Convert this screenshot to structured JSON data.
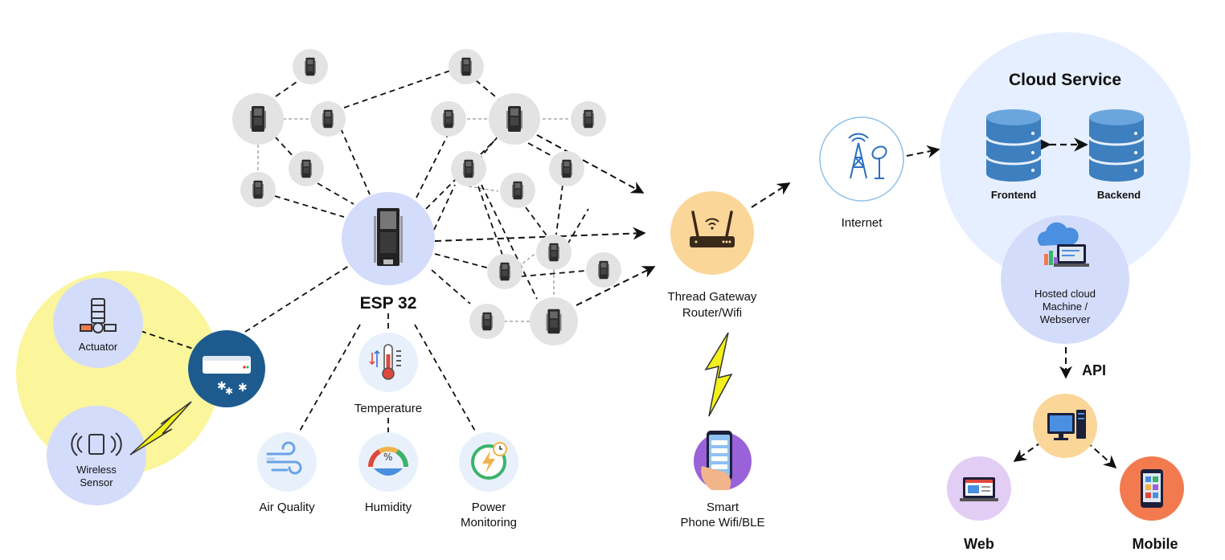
{
  "hub": {
    "label": "ESP 32"
  },
  "sensors": {
    "actuator": "Actuator",
    "wireless_sensor_line1": "Wireless",
    "wireless_sensor_line2": "Sensor",
    "temperature": "Temperature",
    "air_quality": "Air Quality",
    "humidity": "Humidity",
    "power_line1": "Power",
    "power_line2": "Monitoring"
  },
  "gateway": {
    "line1": "Thread Gateway",
    "line2": "Router/Wifi"
  },
  "phone": {
    "line1": "Smart",
    "line2": "Phone Wifi/BLE"
  },
  "internet": {
    "label": "Internet"
  },
  "cloud": {
    "title": "Cloud Service",
    "frontend": "Frontend",
    "backend": "Backend",
    "hosted_line1": "Hosted cloud",
    "hosted_line2": "Machine /",
    "hosted_line3": "Webserver",
    "api": "API"
  },
  "clients": {
    "web": "Web",
    "mobile": "Mobile"
  },
  "colors": {
    "yellow_zone": "#fbf59c",
    "hub_circle": "#d4dcfb",
    "node_circle": "#e3e3e3",
    "gateway_circle": "#fad699",
    "cloud_bg": "#e6efff",
    "database": "#3d7fbf",
    "ac_circle": "#1d5b8f",
    "web_circle": "#e2cdf5",
    "mobile_circle": "#f37a4f",
    "phone_circle": "#9a62d8",
    "bolt": "#f4f01a"
  }
}
